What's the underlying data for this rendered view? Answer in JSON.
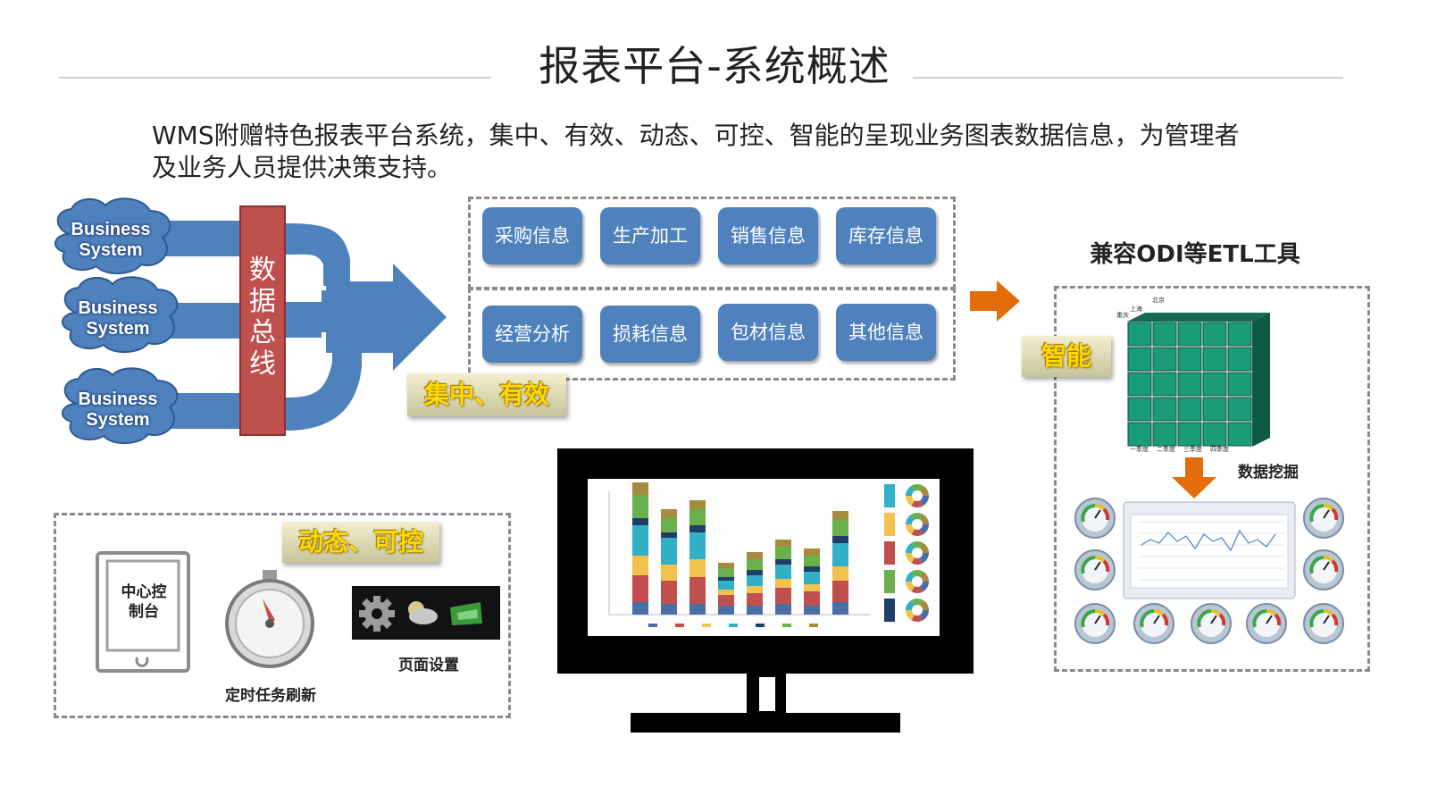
{
  "title": "报表平台-系统概述",
  "intro": "WMS附赠特色报表平台系统，集中、有效、动态、可控、智能的呈现业务图表数据信息，为管理者及业务人员提供决策支持。",
  "sources": [
    {
      "line1": "Business",
      "line2": "System"
    },
    {
      "line1": "Business",
      "line2": "System"
    },
    {
      "line1": "Business",
      "line2": "System"
    }
  ],
  "bus": {
    "chars": [
      "数",
      "据",
      "总",
      "线"
    ]
  },
  "categories_row1": [
    "采购信息",
    "生产加工",
    "销售信息",
    "库存信息"
  ],
  "categories_row2": [
    "经营分析",
    "损耗信息",
    "包材信息",
    "其他信息"
  ],
  "tag_focus": "集中、有效",
  "tag_dynamic": "动态、可控",
  "tag_smart": "智能",
  "etl_title": "兼容ODI等ETL工具",
  "data_mining": "数据挖掘",
  "control_console": {
    "line1": "中心控",
    "line2": "制台"
  },
  "timer_label": "定时任务刷新",
  "page_settings_label": "页面设置",
  "colors": {
    "accent_blue": "#4f81bd",
    "bus_red": "#c0504d",
    "arrow_orange": "#e46c0a",
    "cube_green": "#1b9c78",
    "tag_text": "#ffd800"
  },
  "icons": [
    "cloud-icon",
    "gear-icon",
    "weather-icon",
    "stopwatch-icon",
    "tablet-icon",
    "monitor-icon",
    "olap-cube-icon",
    "gauge-icon"
  ]
}
